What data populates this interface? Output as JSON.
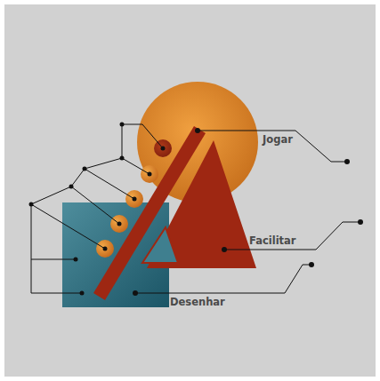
{
  "diagram": {
    "labels": [
      "Jogar",
      "Facilitar",
      "Desenhar"
    ]
  }
}
